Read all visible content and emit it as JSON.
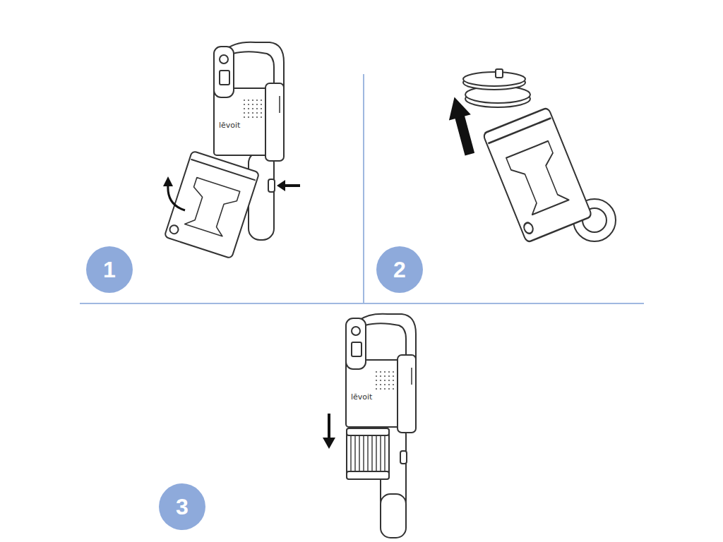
{
  "diagram": {
    "nodes": [
      {
        "text": [
          "1"
        ]
      },
      {
        "text": [
          "2"
        ]
      },
      {
        "text": [
          "3"
        ]
      }
    ],
    "labels": [
      "lēvoit",
      "lēvoit"
    ]
  }
}
